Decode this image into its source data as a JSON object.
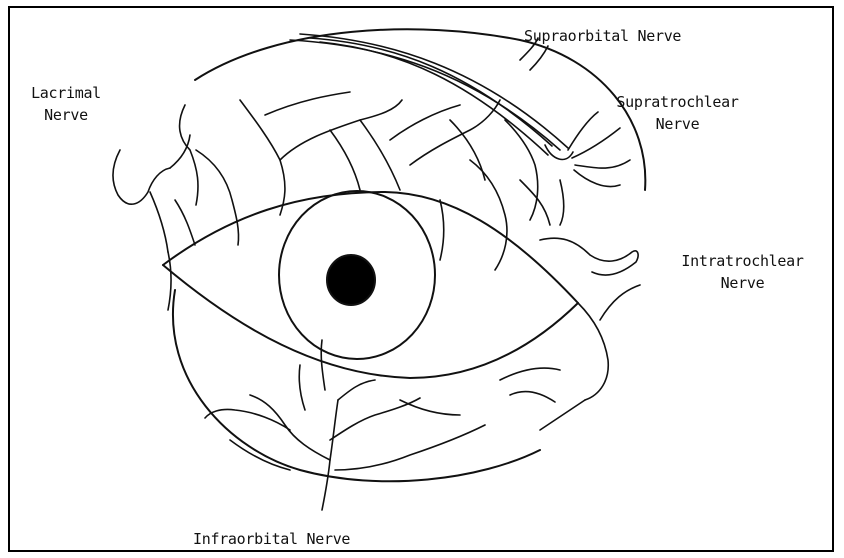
{
  "diagram": {
    "labels": {
      "supraorbital": "Supraorbital Nerve",
      "supratrochlear_1": "Supratrochlear",
      "supratrochlear_2": "Nerve",
      "lacrimal_1": "Lacrimal",
      "lacrimal_2": "Nerve",
      "intratrochlear_1": "Intratrochlear",
      "intratrochlear_2": "Nerve",
      "infraorbital": "Infraorbital Nerve"
    }
  }
}
